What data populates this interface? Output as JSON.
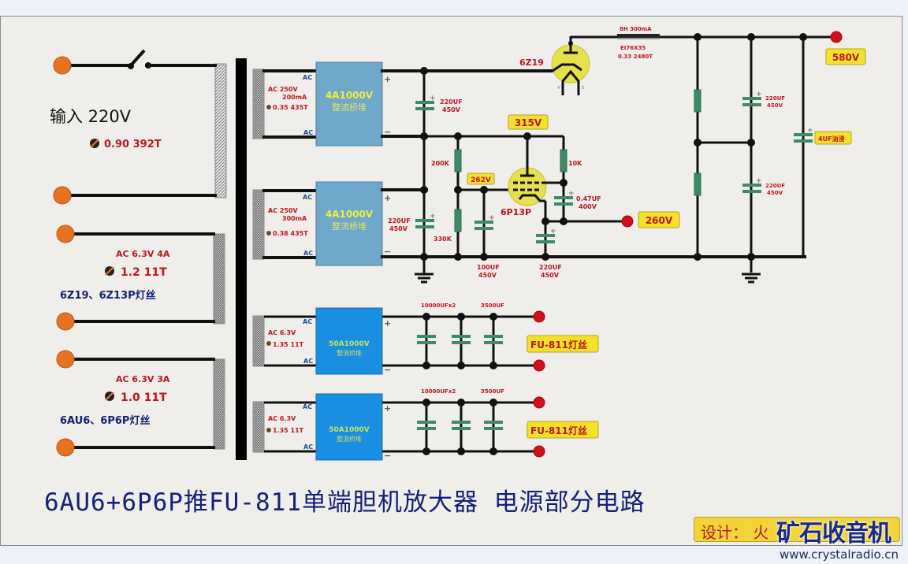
{
  "primary": {
    "input_label": "输入 220V",
    "winding": "0.90   392T"
  },
  "filament_windings": [
    {
      "spec": "AC 6.3V  4A",
      "winding": "1.2   11T",
      "usage": "6Z19、6Z13P灯丝"
    },
    {
      "spec": "AC 6.3V  3A",
      "winding": "1.0   11T",
      "usage": "6AU6、6P6P灯丝"
    }
  ],
  "hv_secondaries": [
    {
      "spec": "AC 250V",
      "current": "200mA",
      "winding": "0.35 435T",
      "ac_top": "AC",
      "ac_bottom": "AC"
    },
    {
      "spec": "AC 250V",
      "current": "300mA",
      "winding": "0.38 435T",
      "ac_top": "AC",
      "ac_bottom": "AC"
    }
  ],
  "hv_bridges": [
    {
      "rating": "4A1000V",
      "name": "整流桥堆",
      "plus": "+",
      "minus": "−"
    },
    {
      "rating": "4A1000V",
      "name": "整流桥堆",
      "plus": "+",
      "minus": "−"
    }
  ],
  "fil_secondaries": [
    {
      "spec": "AC 6.3V",
      "winding": "1.35 11T",
      "ac_top": "AC",
      "ac_bottom": "AC"
    },
    {
      "spec": "AC 6.3V",
      "winding": "1.35 11T",
      "ac_top": "AC",
      "ac_bottom": "AC"
    }
  ],
  "fil_bridges": [
    {
      "rating": "50A1000V",
      "name": "整流桥堆",
      "plus": "+",
      "minus": "−",
      "cap1": "10000UFx2",
      "cap2": "3500UF",
      "output": "FU-811灯丝"
    },
    {
      "rating": "50A1000V",
      "name": "整流桥堆",
      "plus": "+",
      "minus": "−",
      "cap1": "10000UFx2",
      "cap2": "3500UF",
      "output": "FU-811灯丝"
    }
  ],
  "components": {
    "c1": {
      "value": "220UF",
      "voltage": "450V"
    },
    "c2": {
      "value": "220UF",
      "voltage": "450V"
    },
    "r_200k": "200K",
    "r_330k": "330K",
    "r_10k": "10K",
    "c_100uf": {
      "value": "100UF",
      "voltage": "450V"
    },
    "c_047": {
      "value": "0.47UF",
      "voltage": "400V"
    },
    "c_220_reg": {
      "value": "220UF",
      "voltage": "450V"
    },
    "reg_tube": "6P13P",
    "rect_tube": "6Z19",
    "choke": {
      "spec": "8H 300mA",
      "core": "EI76X35",
      "winding": "0.33   2480T"
    },
    "c_top": {
      "value": "220UF",
      "voltage": "450V"
    },
    "c_bot": {
      "value": "220UF",
      "voltage": "450V"
    },
    "c_oil": "4UF油浸",
    "tube_pins": [
      "4",
      "5"
    ]
  },
  "voltages": {
    "v315": "315V",
    "v262": "262V",
    "v260": "260V",
    "v580": "580V"
  },
  "title": "6AU6+6P6P推FU-811单端胆机放大器  电源部分电路",
  "designer_label": "设计： 火",
  "watermark": "矿石收音机",
  "url": "www.crystalradio.cn"
}
